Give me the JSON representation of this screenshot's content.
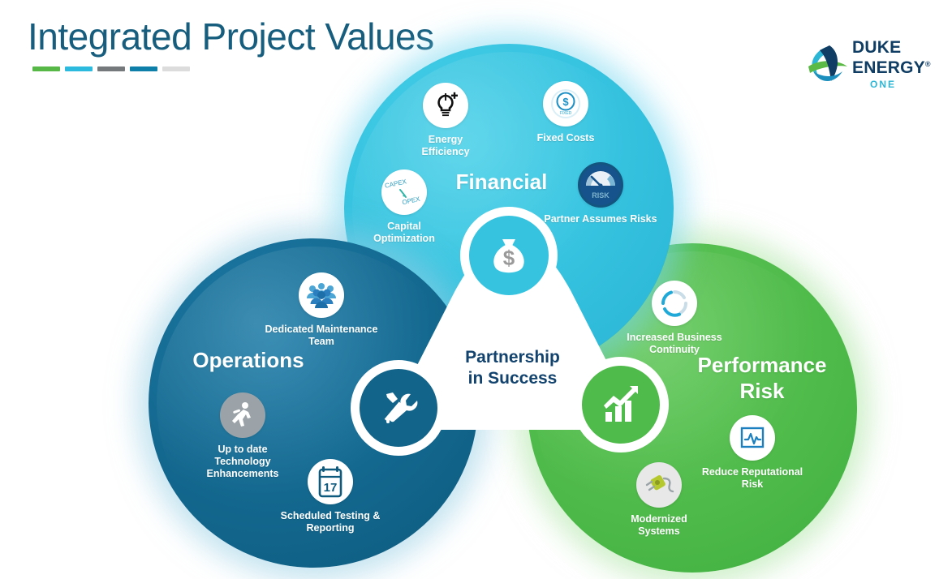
{
  "page": {
    "title": "Integrated Project Values",
    "title_color": "#175E7E",
    "rule_colors": [
      "#57B848",
      "#2CBBDE",
      "#76797B",
      "#0E7FA8",
      "#DCDCDC"
    ]
  },
  "brand": {
    "name_line1": "DUKE",
    "name_line2": "ENERGY",
    "registered_mark": "®",
    "sub": "ONE",
    "primary_color": "#0F3D63",
    "accent_color": "#2CB6D6",
    "mark_colors": [
      "#0F3D63",
      "#2CB6D6",
      "#5BB946"
    ]
  },
  "center": {
    "label_line1": "Partnership",
    "label_line2": "in Success",
    "label_color": "#12436E",
    "hub_icon": "money-bag-icon"
  },
  "circles": [
    {
      "id": "financial",
      "title": "Financial",
      "color": "#35C3E0",
      "hub_icon": "money-bag-icon",
      "items": [
        {
          "label_line1": "Energy",
          "label_line2": "Efficiency",
          "icon": "lightbulb-plus-icon"
        },
        {
          "label_line1": "Fixed Costs",
          "label_line2": "",
          "icon": "coin-dollar-icon"
        },
        {
          "label_line1": "Capital",
          "label_line2": "Optimization",
          "icon": "capex-opex-icon",
          "icon_text_a": "CAPEX",
          "icon_text_b": "OPEX"
        },
        {
          "label_line1": "Partner Assumes Risks",
          "label_line2": "",
          "icon": "risk-gauge-icon",
          "icon_text": "RISK"
        }
      ]
    },
    {
      "id": "operations",
      "title": "Operations",
      "color": "#13688F",
      "hub_icon": "hammer-wrench-icon",
      "items": [
        {
          "label_line1": "Dedicated Maintenance",
          "label_line2": "Team",
          "icon": "people-group-icon"
        },
        {
          "label_line1": "Up to date",
          "label_line2": "Technology",
          "label_line3": "Enhancements",
          "icon": "running-person-icon"
        },
        {
          "label_line1": "Scheduled Testing &",
          "label_line2": "Reporting",
          "icon": "calendar-icon",
          "icon_text": "17"
        }
      ]
    },
    {
      "id": "performance",
      "title_line1": "Performance",
      "title_line2": "Risk",
      "color": "#4FBB4A",
      "hub_icon": "growth-chart-icon",
      "items": [
        {
          "label_line1": "Increased Business",
          "label_line2": "Continuity",
          "icon": "refresh-cycle-icon"
        },
        {
          "label_line1": "Reduce Reputational",
          "label_line2": "Risk",
          "icon": "monitor-pulse-icon"
        },
        {
          "label_line1": "Modernized",
          "label_line2": "Systems",
          "icon": "power-plug-icon"
        }
      ]
    }
  ]
}
